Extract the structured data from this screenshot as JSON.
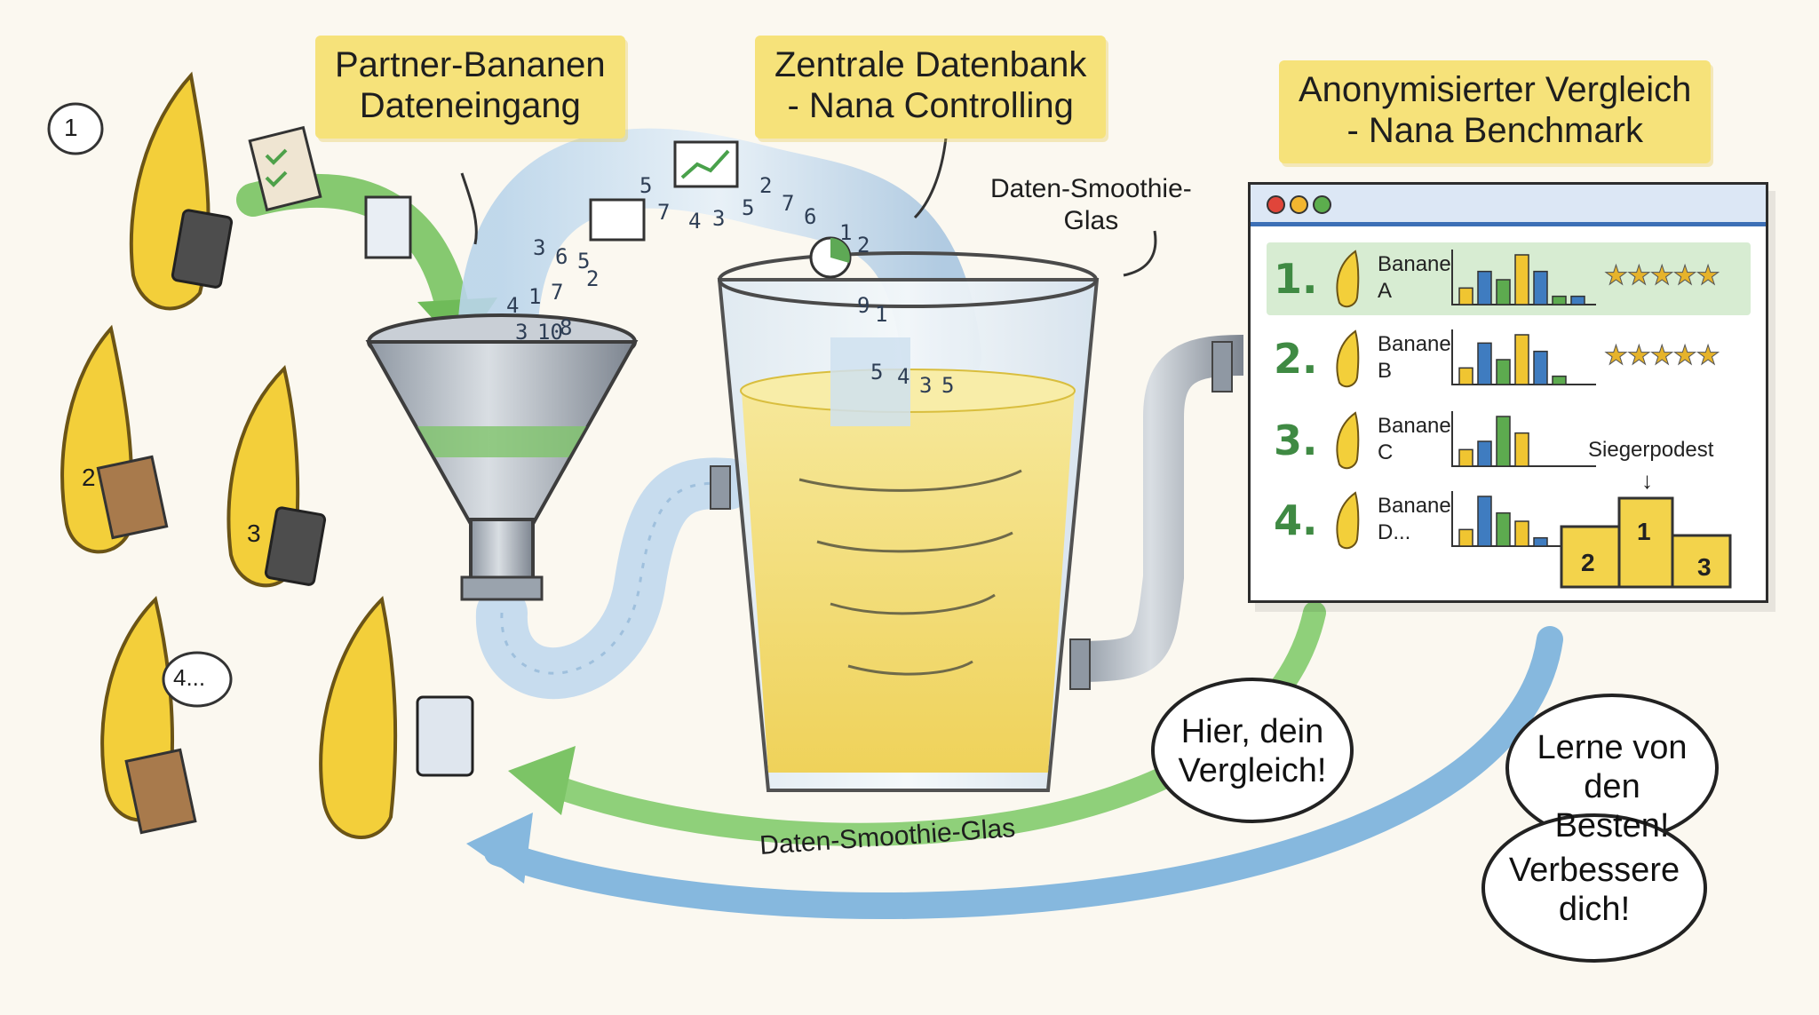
{
  "headings": {
    "intake": [
      "Partner-Bananen",
      "Dateneingang"
    ],
    "database": [
      "Zentrale Datenbank",
      "- Nana Controlling"
    ],
    "benchmark": [
      "Anonymisierter Vergleich",
      "- Nana Benchmark"
    ]
  },
  "glass_label_top": [
    "Daten-Smoothie-",
    "Glas"
  ],
  "glass_label_bottom": "Daten-Smoothie-Glas",
  "speech": {
    "banana1": "1",
    "banana4": "4...",
    "comparison": [
      "Hier, dein",
      "Vergleich!"
    ],
    "learn": [
      "Lerne von",
      "den Besten!"
    ],
    "improve": [
      "Verbessere",
      "dich!"
    ]
  },
  "benchmark_window": {
    "dot_colors": [
      "#e0453a",
      "#f2b630",
      "#5cae4d"
    ],
    "rows": [
      {
        "rank": "1.",
        "name": [
          "Banane",
          "A"
        ],
        "stars": "★★★★★",
        "bars": [
          2,
          4,
          3,
          6,
          4,
          1,
          1
        ]
      },
      {
        "rank": "2.",
        "name": [
          "Banane",
          "B"
        ],
        "stars": "★★★★★",
        "bars": [
          2,
          5,
          3,
          6,
          4,
          1
        ]
      },
      {
        "rank": "3.",
        "name": [
          "Banane",
          "C"
        ],
        "stars": "",
        "bars": [
          2,
          3,
          6,
          4
        ]
      },
      {
        "rank": "4.",
        "name": [
          "Banane",
          "D..."
        ],
        "stars": "",
        "bars": [
          2,
          6,
          4,
          3,
          1
        ]
      }
    ],
    "podium_title": "Siegerpodest",
    "podium_places": [
      "1",
      "2",
      "3"
    ]
  },
  "banana_numbers": [
    "2",
    "3"
  ],
  "stream_digits": [
    "5",
    "7",
    "4",
    "3",
    "5",
    "2",
    "7",
    "6",
    "1",
    "2",
    "3",
    "6",
    "5",
    "4",
    "1",
    "7",
    "3",
    "10",
    "8",
    "2",
    "9",
    "1",
    "5",
    "4",
    "3",
    "5"
  ],
  "colors": {
    "banana": "#f3cf3a",
    "banana_outline": "#6b5416",
    "green_arrow": "#6fbf5e",
    "blue_arrow": "#7fb3dc",
    "smoothie": "#f4e27c",
    "highlight": "#f6e27a"
  }
}
